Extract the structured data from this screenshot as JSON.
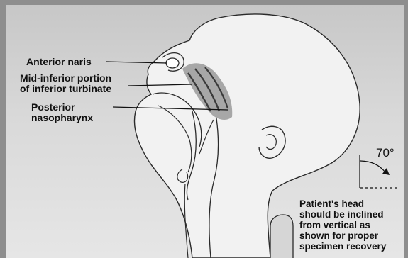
{
  "labels": {
    "anterior_naris": "Anterior naris",
    "mid_inferior_line1": "Mid-inferior portion",
    "mid_inferior_line2": "of inferior turbinate",
    "posterior_line1": "Posterior",
    "posterior_line2": "nasopharynx"
  },
  "angle_label": "70°",
  "instruction_lines": [
    "Patient's head",
    "should be inclined",
    "from vertical as",
    "shown for proper",
    "specimen recovery"
  ],
  "colors": {
    "frame": "#8e8e8e",
    "head_fill": "#f2f2f2",
    "outline": "#2a2a2a",
    "shading": "#9a9a9a",
    "text": "#111111"
  }
}
